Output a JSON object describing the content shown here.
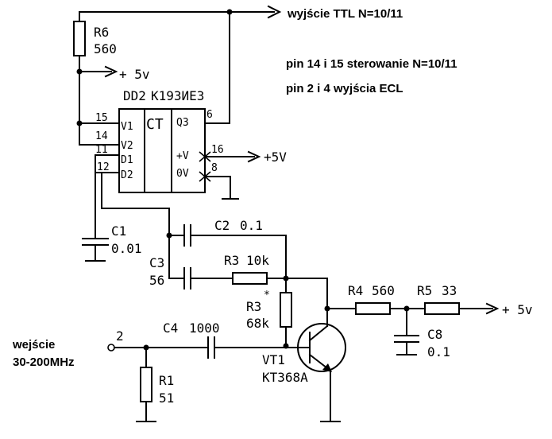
{
  "top_left_fragment": "",
  "notes": {
    "ttl_output": "wyjście TTL N=10/11",
    "note_line1": "pin 14 i 15 sterowanie  N=10/11",
    "note_line2": "pin 2 i 4 wyjścia ECL",
    "input_label_line1": "wejście",
    "input_label_line2": "30-200MHz"
  },
  "ic": {
    "ref": "DD2",
    "part": "K193ИE3",
    "block": "CT",
    "pins_left": [
      {
        "num": "15",
        "name": "V1"
      },
      {
        "num": "14",
        "name": "V2"
      },
      {
        "num": "11",
        "name": "D1"
      },
      {
        "num": "12",
        "name": "D2"
      }
    ],
    "pins_right": [
      {
        "num": "6",
        "name": "Q3"
      },
      {
        "num": "16",
        "name": "+V"
      },
      {
        "num": "8",
        "name": "0V"
      }
    ]
  },
  "supplies": {
    "r6_plus": "+ 5v",
    "ic_plus": "+5V",
    "r5_plus": "+ 5v"
  },
  "components": {
    "R6": {
      "ref": "R6",
      "value": "560"
    },
    "C1": {
      "ref": "C1",
      "value": "0.01"
    },
    "C2": {
      "ref": "C2",
      "value": "0.1"
    },
    "C3": {
      "ref": "C3",
      "value": "56"
    },
    "R3a": {
      "ref": "R3",
      "value": "10k"
    },
    "R3b": {
      "ref": "R3",
      "value": "68k",
      "mark": "*"
    },
    "C4": {
      "ref": "C4",
      "value": "1000"
    },
    "R1": {
      "ref": "R1",
      "value": "51"
    },
    "R4": {
      "ref": "R4",
      "value": "560"
    },
    "R5": {
      "ref": "R5",
      "value": "33"
    },
    "C8": {
      "ref": "C8",
      "value": "0.1"
    },
    "VT1": {
      "ref": "VT1",
      "part": "KT368A"
    },
    "input_node": "2"
  }
}
